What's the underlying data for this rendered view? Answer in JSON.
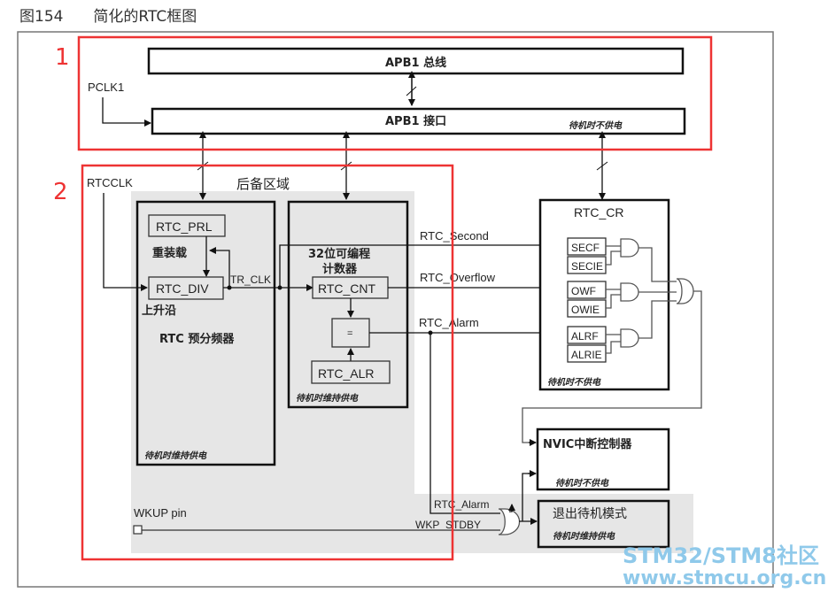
{
  "caption": {
    "figure_number": "图154",
    "title": "简化的RTC框图"
  },
  "annotations": {
    "region1": "1",
    "region2": "2"
  },
  "colors": {
    "highlight": "#ee3333",
    "backup_domain_fill": "#e6e6e6",
    "line": "#222222",
    "watermark": "#8fc9ea"
  },
  "apb": {
    "bus_label": "APB1 总线",
    "interface_label": "APB1 接口",
    "interface_power_note": "待机时不供电",
    "pclk": "PCLK1"
  },
  "backup_domain": {
    "title": "后备区域",
    "rtcclk": "RTCCLK"
  },
  "prescaler": {
    "prl": "RTC_PRL",
    "reload": "重装载",
    "div": "RTC_DIV",
    "rising_edge": "上升沿",
    "title": "RTC 预分频器",
    "tr_clk": "TR_CLK",
    "power_note": "待机时维持供电"
  },
  "counter": {
    "title_line1": "32位可编程",
    "title_line2": "计数器",
    "cnt": "RTC_CNT",
    "compare": "=",
    "alr": "RTC_ALR",
    "power_note": "待机时维持供电"
  },
  "signals": {
    "second": "RTC_Second",
    "overflow": "RTC_Overflow",
    "alarm": "RTC_Alarm",
    "alarm2": "RTC_Alarm",
    "wkp_stdby": "WKP_STDBY",
    "wkup_pin": "WKUP pin"
  },
  "rtc_cr": {
    "title": "RTC_CR",
    "bits": [
      "SECF",
      "SECIE",
      "OWF",
      "OWIE",
      "ALRF",
      "ALRIE"
    ],
    "power_note": "待机时不供电"
  },
  "nvic": {
    "title": "NVIC中断控制器",
    "power_note": "待机时不供电"
  },
  "standby_exit": {
    "title": "退出待机模式",
    "power_note": "待机时维持供电"
  },
  "watermark": {
    "line1": "STM32/STM8社区",
    "line2": "www.stmcu.org.cn"
  }
}
